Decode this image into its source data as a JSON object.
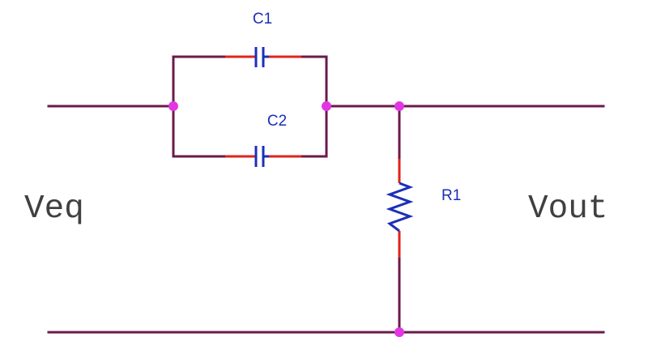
{
  "components": {
    "c1": {
      "label": "C1"
    },
    "c2": {
      "label": "C2"
    },
    "r1": {
      "label": "R1"
    }
  },
  "ports": {
    "input": {
      "label": "Veq"
    },
    "output": {
      "label": "Vout"
    }
  },
  "colors": {
    "wire": "#6b1a4a",
    "pin": "#e0231c",
    "component": "#1c2fb8",
    "node": "#e236e2",
    "text": "#1c2fb8",
    "port_text": "#404040"
  }
}
